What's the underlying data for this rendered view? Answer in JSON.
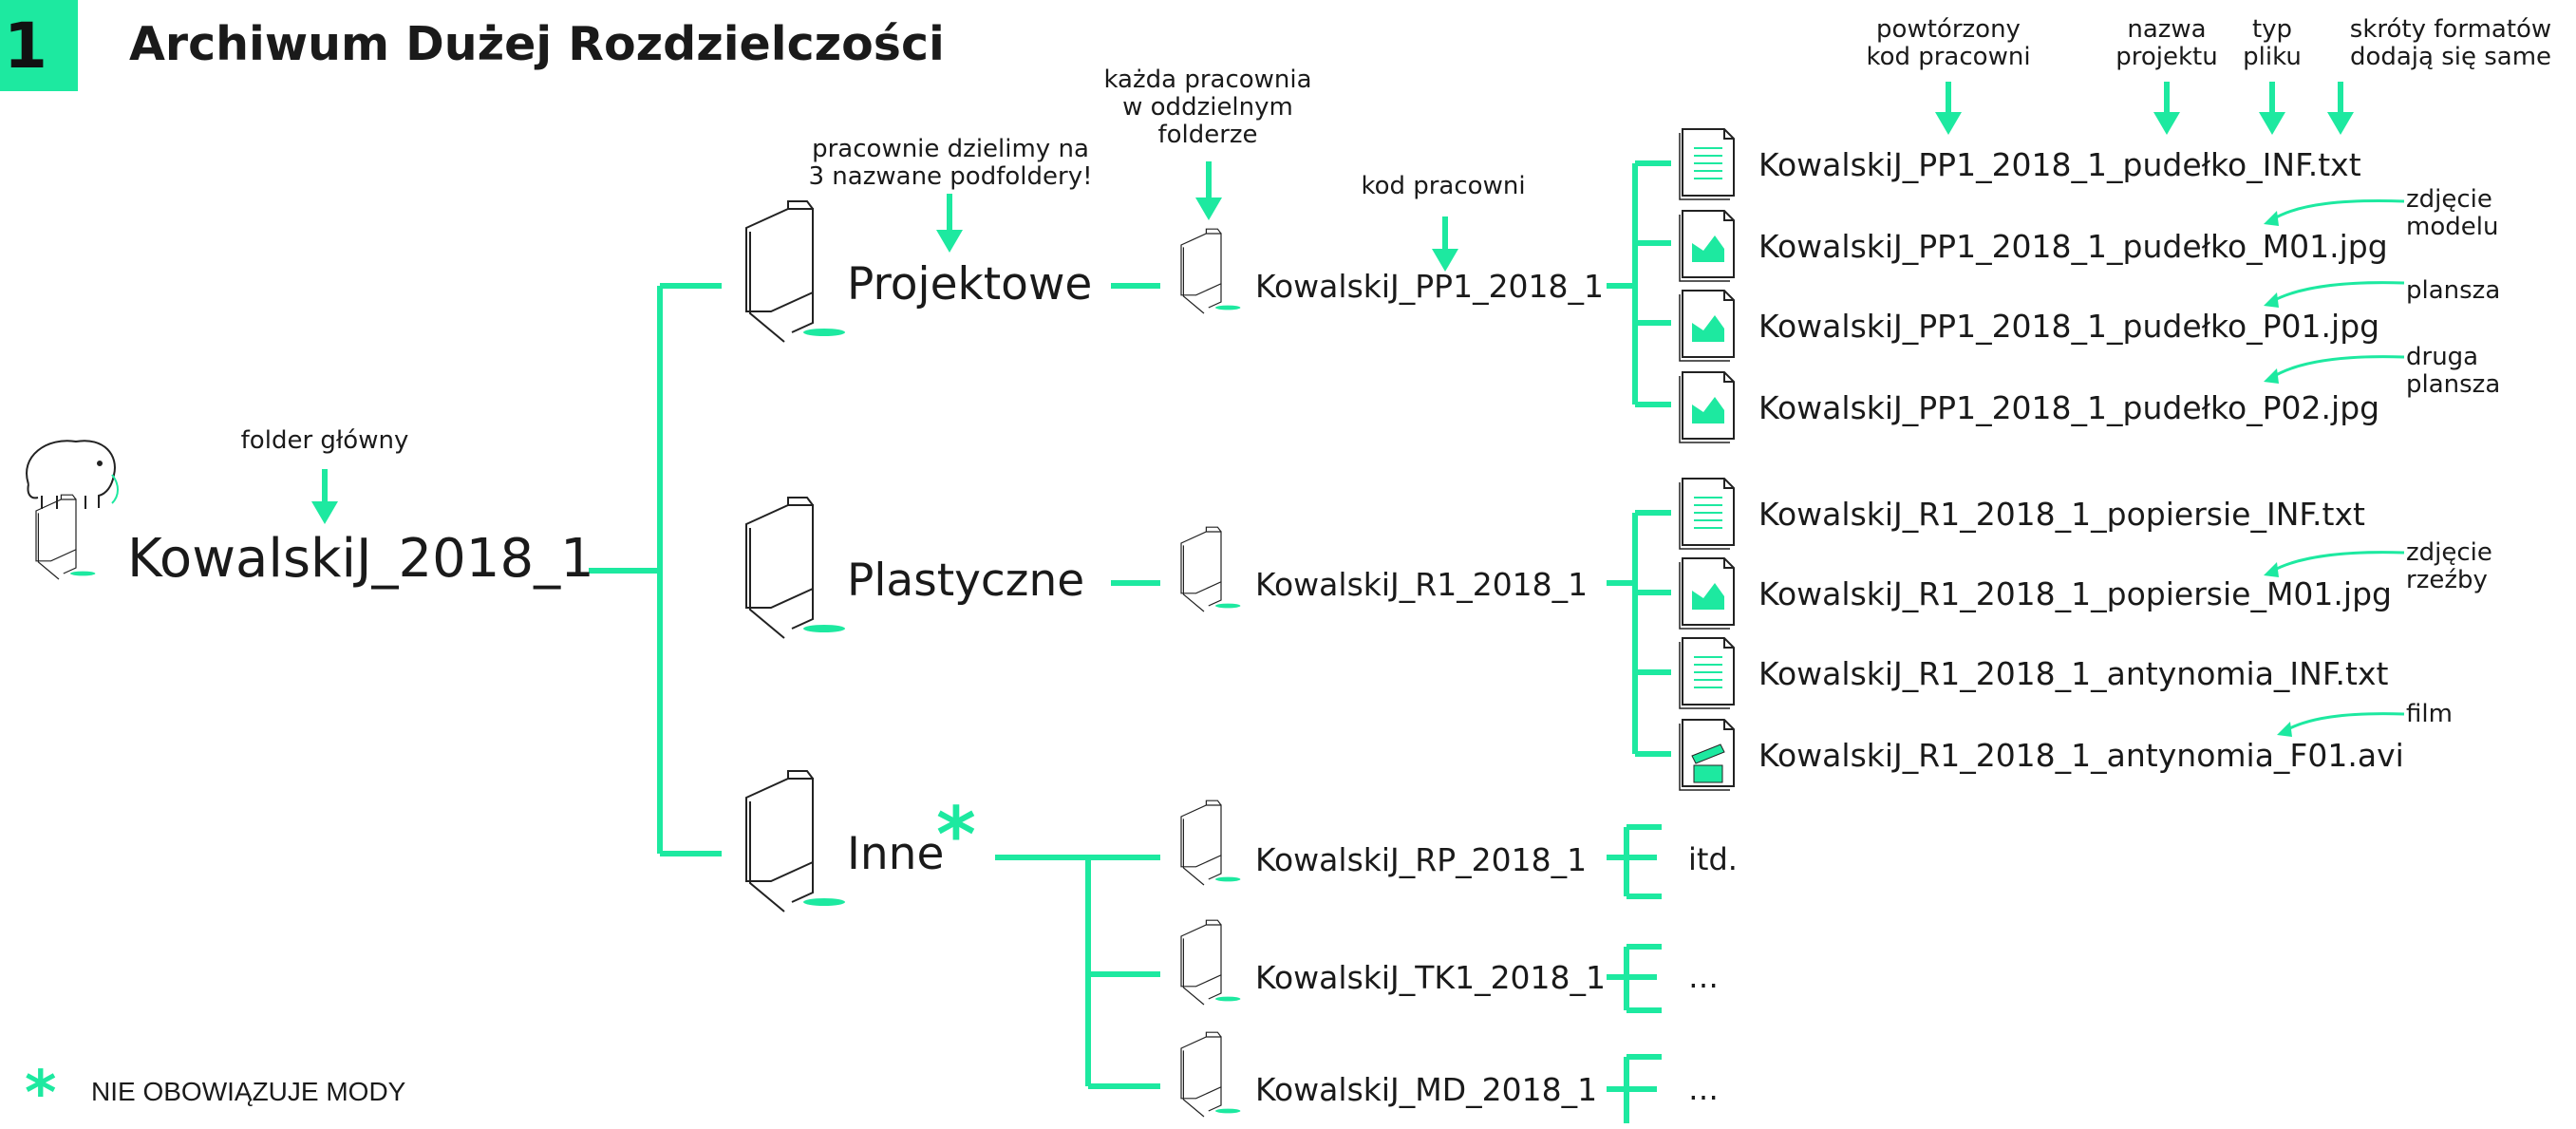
{
  "section_number": "1",
  "title": "Archiwum Dużej Rozdzielczości",
  "accent_color": "#1de9a0",
  "root": {
    "label": "KowalskiJ_2018_1",
    "annotation": "folder główny"
  },
  "categories": [
    {
      "label": "Projektowe"
    },
    {
      "label": "Plastyczne"
    },
    {
      "label": "Inne",
      "marker": "*"
    }
  ],
  "subfolders": [
    {
      "label": "KowalskiJ_PP1_2018_1"
    },
    {
      "label": "KowalskiJ_R1_2018_1"
    },
    {
      "label": "KowalskiJ_RP_2018_1"
    },
    {
      "label": "KowalskiJ_TK1_2018_1"
    },
    {
      "label": "KowalskiJ_MD_2018_1"
    }
  ],
  "files": [
    {
      "label": "KowalskiJ_PP1_2018_1_pudełko_INF.txt",
      "icon": "text-file-icon"
    },
    {
      "label": "KowalskiJ_PP1_2018_1_pudełko_M01.jpg",
      "icon": "image-file-icon"
    },
    {
      "label": "KowalskiJ_PP1_2018_1_pudełko_P01.jpg",
      "icon": "image-file-icon"
    },
    {
      "label": "KowalskiJ_PP1_2018_1_pudełko_P02.jpg",
      "icon": "image-file-icon"
    },
    {
      "label": "KowalskiJ_R1_2018_1_popiersie_INF.txt",
      "icon": "text-file-icon"
    },
    {
      "label": "KowalskiJ_R1_2018_1_popiersie_M01.jpg",
      "icon": "image-file-icon"
    },
    {
      "label": "KowalskiJ_R1_2018_1_antynomia_INF.txt",
      "icon": "text-file-icon"
    },
    {
      "label": "KowalskiJ_R1_2018_1_antynomia_F01.avi",
      "icon": "video-file-icon"
    }
  ],
  "etc": [
    "itd.",
    "…",
    "…"
  ],
  "annotations": {
    "subfolders_note": "pracownie dzielimy na\n3 nazwane podfoldery!",
    "each_studio": "każda pracownia\nw oddzielnym\nfolderze",
    "studio_code": "kod pracowni",
    "repeated_code": "powtórzony\nkod pracowni",
    "project_name": "nazwa\nprojektu",
    "file_type": "typ\npliku",
    "format_abbrev": "skróty formatów\ndodają się same"
  },
  "side_notes": {
    "model_photo": "zdjęcie\nmodelu",
    "board": "plansza",
    "second_board": "druga\nplansza",
    "sculpture_photo": "zdjęcie\nrzeźby",
    "film": "film"
  },
  "footnote": {
    "marker": "*",
    "text": "NIE OBOWIĄZUJE  MODY"
  }
}
